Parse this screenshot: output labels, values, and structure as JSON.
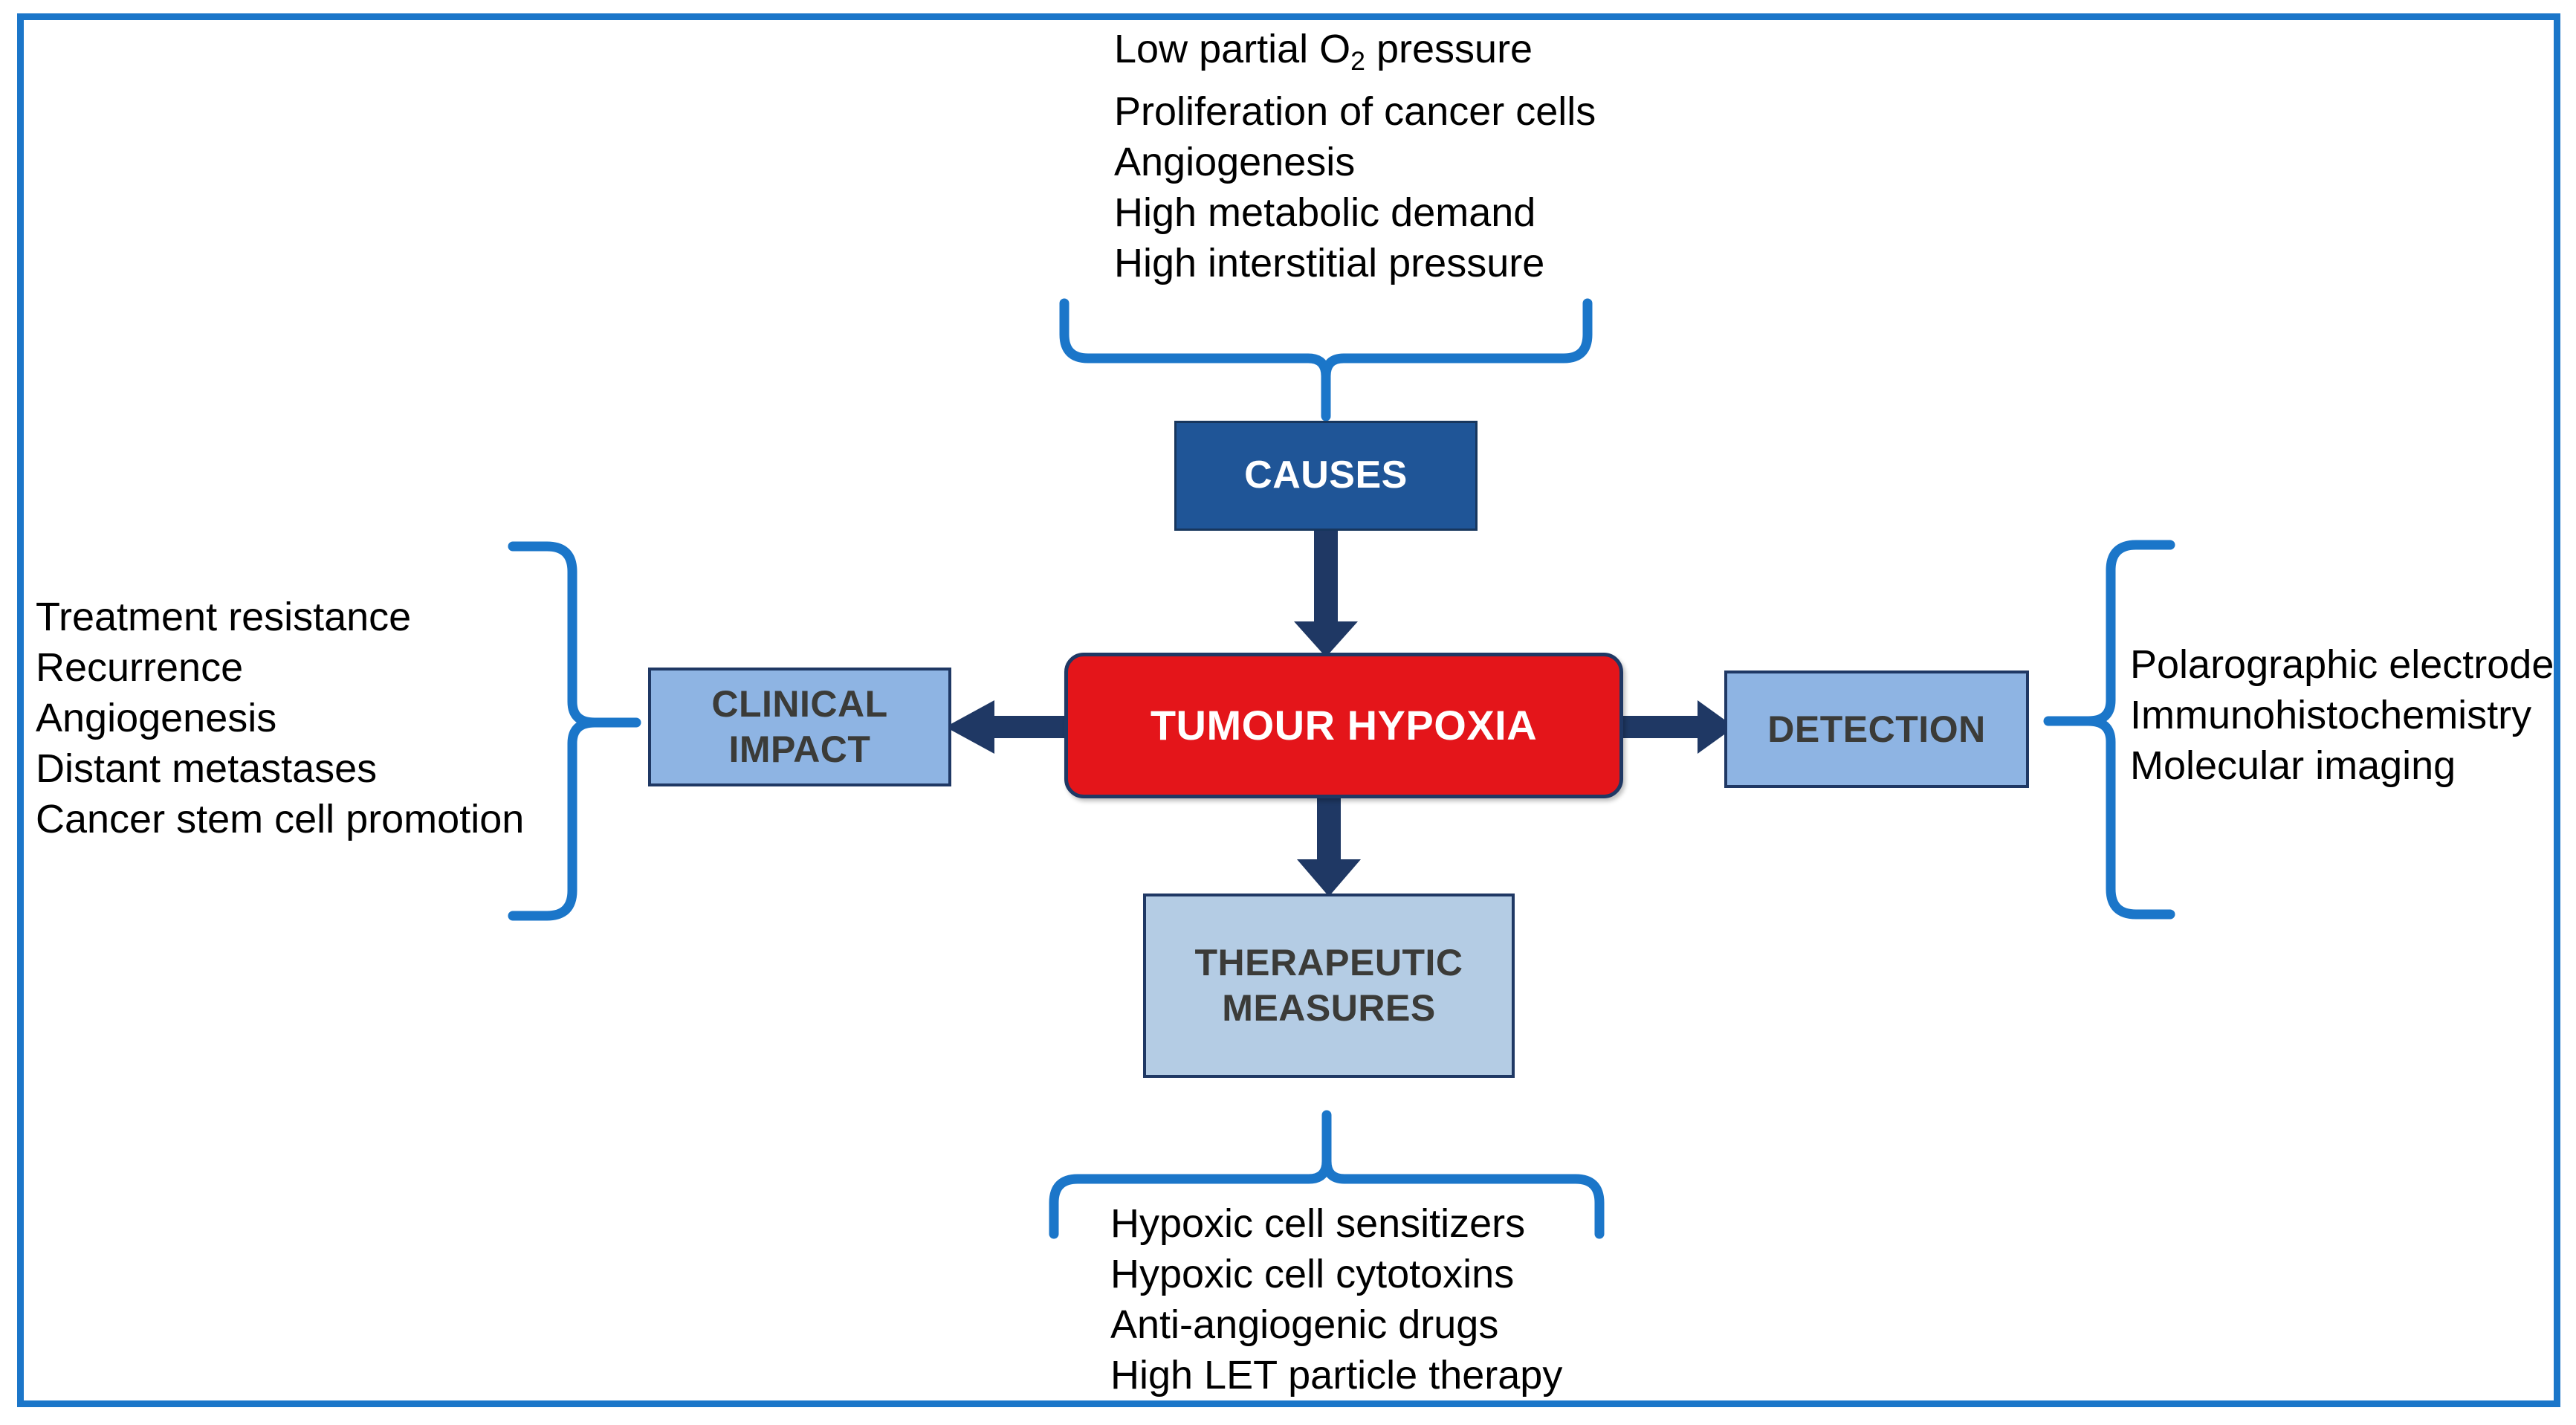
{
  "diagram": {
    "title": "Tumour hypoxia overview",
    "frame_color": "#1b76c9",
    "brace_color": "#1b76c9",
    "arrow_color": "#1f3864",
    "center_node": {
      "label": "TUMOUR HYPOXIA",
      "fill": "#e4151a",
      "text_color": "#ffffff"
    },
    "causes_node": {
      "label": "CAUSES",
      "fill": "#1f5597",
      "text_color": "#ffffff"
    },
    "clinical_node": {
      "label_line1": "CLINICAL",
      "label_line2": "IMPACT",
      "fill": "#8eb4e3",
      "text_color": "#3b3b38"
    },
    "detection_node": {
      "label": "DETECTION",
      "fill": "#8eb4e3",
      "text_color": "#3b3b38"
    },
    "therapeutic_node": {
      "label_line1": "THERAPEUTIC",
      "label_line2": "MEASURES",
      "fill": "#b4cce4",
      "text_color": "#3b3b38"
    },
    "causes_items": [
      "Low partial O₂ pressure",
      "Proliferation of cancer cells",
      "Angiogenesis",
      "High metabolic demand",
      "High interstitial pressure"
    ],
    "clinical_impact_items": [
      "Treatment resistance",
      "Recurrence",
      "Angiogenesis",
      "Distant metastases",
      "Cancer stem cell promotion"
    ],
    "detection_items": [
      "Polarographic electrode",
      "Immunohistochemistry",
      "Molecular imaging"
    ],
    "therapeutic_items": [
      "Hypoxic cell sensitizers",
      "Hypoxic cell cytotoxins",
      "Anti-angiogenic drugs",
      "High LET particle therapy"
    ]
  }
}
